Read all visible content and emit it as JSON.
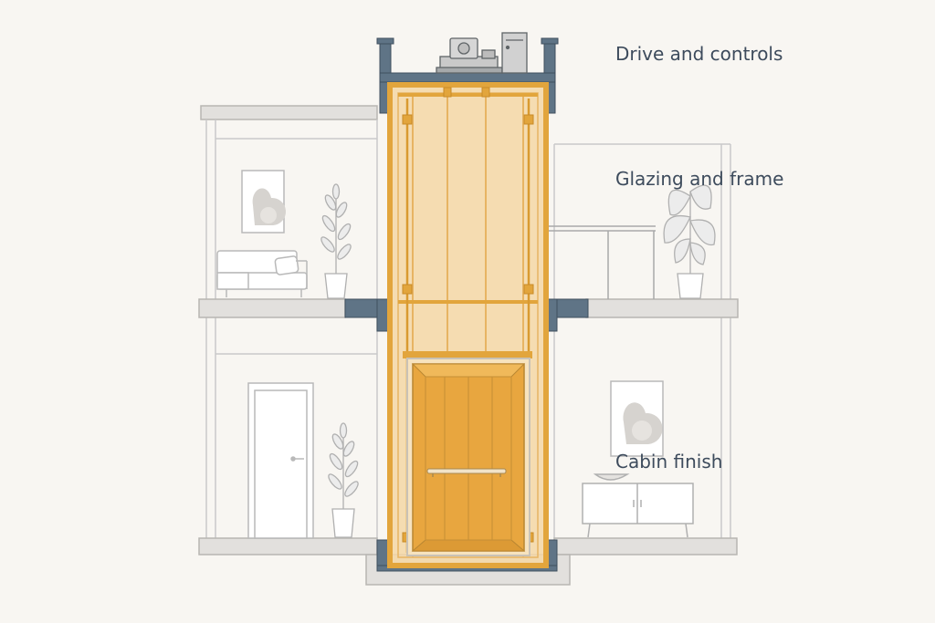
{
  "callouts": {
    "drive": "Drive and controls",
    "glazing": "Glazing and frame",
    "cabin": "Cabin finish"
  },
  "palette": {
    "background": "#f8f6f2",
    "line": "#c9c9c9",
    "slab": "#e2e0dd",
    "steel": "#5f7486",
    "glass": "#f4d7a6",
    "frame": "#e2a53c",
    "cabin": "#e8a63f",
    "text": "#3d4b5c"
  }
}
